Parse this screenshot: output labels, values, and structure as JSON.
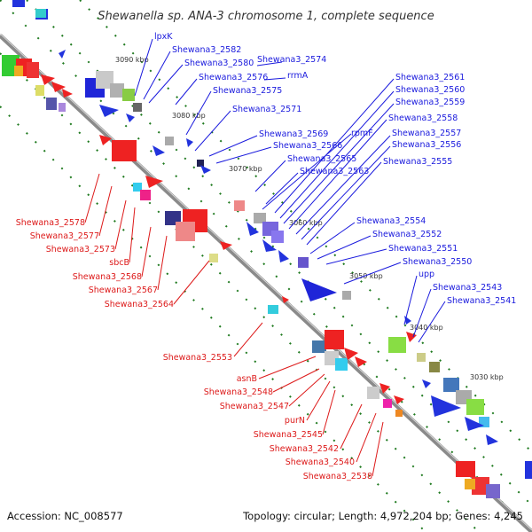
{
  "title": "Shewanella sp. ANA-3 chromosome 1, complete sequence",
  "footer": {
    "accession": "Accession: NC_008577",
    "summary": "Topology: circular; Length: 4,972,204 bp; Genes: 4,245"
  },
  "colors": {
    "forward_label": "#1a1add",
    "reverse_label": "#dd1a1a",
    "backbone": "#8a8a8a",
    "tick": "#1f7a1f"
  },
  "kbp_marks": [
    "3090 kbp",
    "3080 kbp",
    "3070 kbp",
    "3060 kbp",
    "3050 kbp",
    "3040 kbp",
    "3030 kbp"
  ],
  "forward_labels": [
    "lpxK",
    "Shewana3_2582",
    "Shewana3_2580",
    "Shewana3_2574",
    "rrmA",
    "Shewana3_2576",
    "Shewana3_2575",
    "Shewana3_2571",
    "rpmF",
    "Shewana3_2569",
    "Shewana3_2566",
    "Shewana3_2565",
    "Shewana3_2563",
    "Shewana3_2561",
    "Shewana3_2560",
    "Shewana3_2559",
    "Shewana3_2558",
    "Shewana3_2557",
    "Shewana3_2556",
    "Shewana3_2555",
    "Shewana3_2554",
    "Shewana3_2552",
    "Shewana3_2551",
    "Shewana3_2550",
    "upp",
    "Shewana3_2543",
    "Shewana3_2541"
  ],
  "reverse_labels": [
    "Shewana3_2578",
    "Shewana3_2577",
    "Shewana3_2573",
    "sbcB",
    "Shewana3_2568",
    "Shewana3_2567",
    "Shewana3_2564",
    "Shewana3_2553",
    "asnB",
    "Shewana3_2548",
    "Shewana3_2547",
    "purN",
    "Shewana3_2545",
    "Shewana3_2542",
    "Shewana3_2540",
    "Shewana3_2538"
  ]
}
